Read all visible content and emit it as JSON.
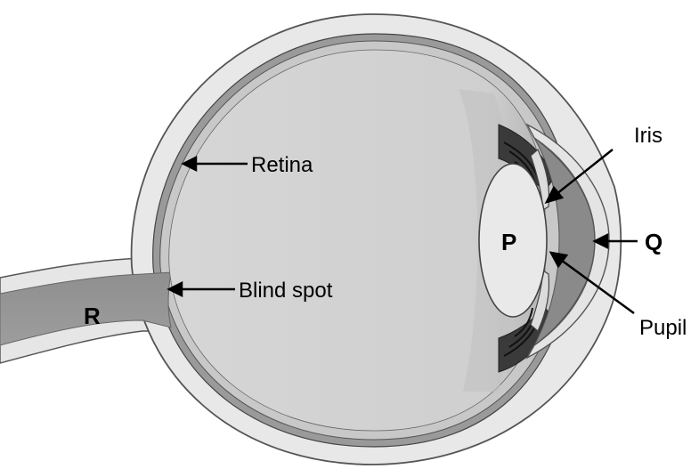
{
  "labels": {
    "retina": "Retina",
    "blind_spot": "Blind spot",
    "iris": "Iris",
    "pupil": "Pupil",
    "p": "P",
    "q": "Q",
    "r": "R"
  }
}
